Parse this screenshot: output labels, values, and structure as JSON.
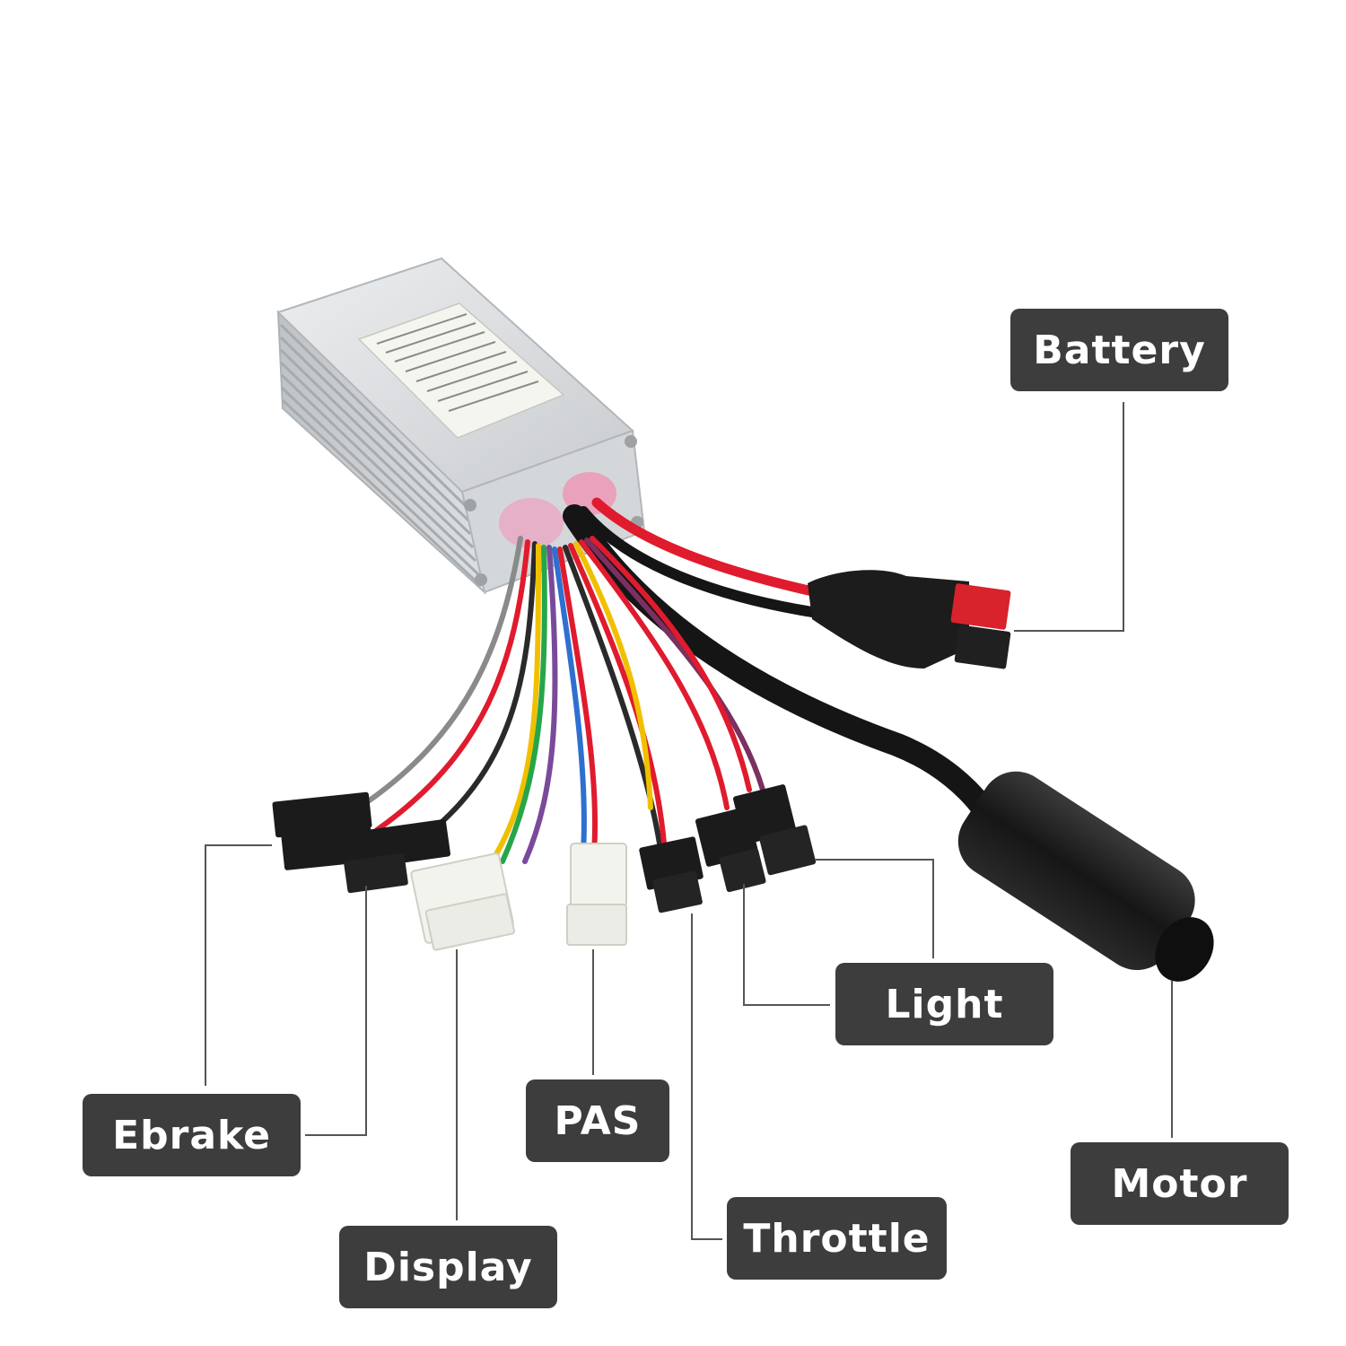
{
  "callouts": {
    "battery": "Battery",
    "light": "Light",
    "motor": "Motor",
    "ebrake": "Ebrake",
    "pas": "PAS",
    "display": "Display",
    "throttle": "Throttle"
  },
  "colors": {
    "callout_bg": "#3d3d3d",
    "callout_text": "#ffffff",
    "leader_line": "#555555",
    "housing": "#d9dcde",
    "cable_black": "#151515",
    "wire_red": "#e01b2e",
    "connector_red": "#d8232c"
  }
}
